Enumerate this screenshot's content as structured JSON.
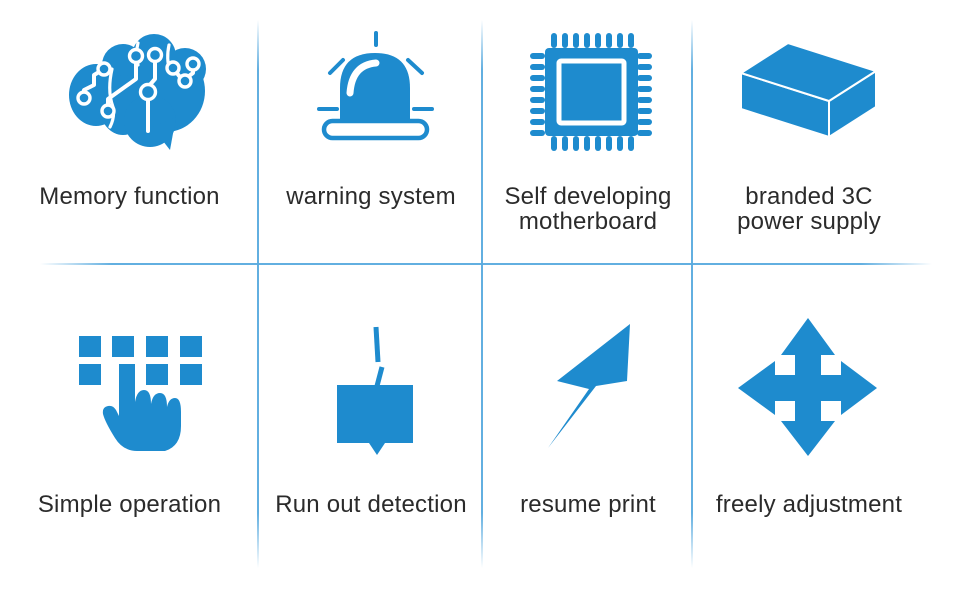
{
  "meta": {
    "background_color": "#ffffff",
    "accent_blue": "#1e8bce",
    "divider_blue": "#5aabdf",
    "text_color": "#2b2b2b"
  },
  "features": [
    {
      "icon": "brain-circuit-icon",
      "label": "Memory function"
    },
    {
      "icon": "warning-siren-icon",
      "label": "warning system"
    },
    {
      "icon": "chip-icon",
      "label": "Self developing\nmotherboard"
    },
    {
      "icon": "power-supply-box-icon",
      "label": "branded 3C\npower supply"
    },
    {
      "icon": "keypad-touch-icon",
      "label": "Simple operation"
    },
    {
      "icon": "filament-runout-icon",
      "label": "Run out detection"
    },
    {
      "icon": "lightning-bolt-icon",
      "label": "resume print"
    },
    {
      "icon": "move-arrows-icon",
      "label": "freely adjustment"
    }
  ]
}
